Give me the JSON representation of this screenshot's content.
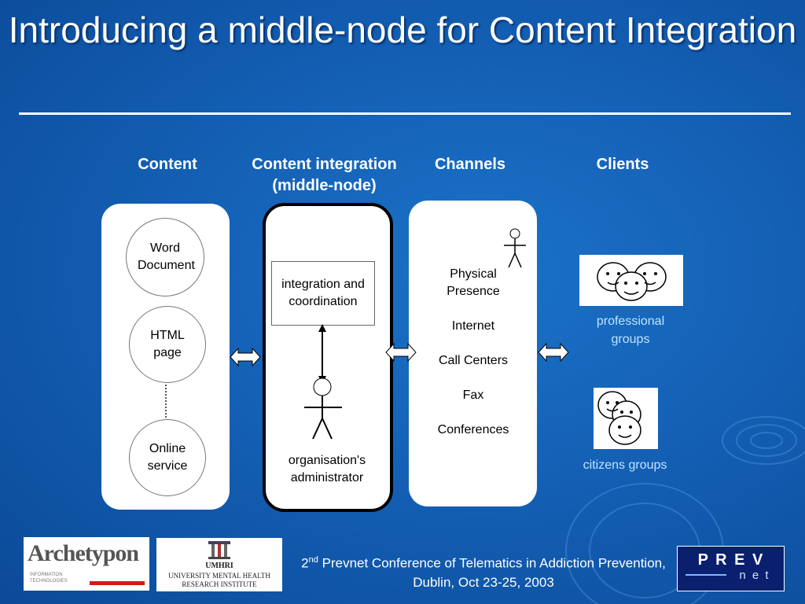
{
  "slide": {
    "title": "Introducing a middle-node for Content Integration",
    "footer_sup": "nd",
    "footer_lead": "2",
    "footer_rest": " Prevnet Conference of Telematics in Addiction Prevention, Dublin, Oct 23-25, 2003"
  },
  "columns": {
    "content": "Content",
    "integration": "Content integration (middle-node)",
    "channels": "Channels",
    "clients": "Clients"
  },
  "content_items": [
    "Word Document",
    "HTML page",
    "Online service"
  ],
  "middle_node": {
    "box": "integration and coordination",
    "actor": "organisation's administrator"
  },
  "channels": [
    "Physical Presence",
    "Internet",
    "Call Centers",
    "Fax",
    "Conferences"
  ],
  "clients": [
    "professional groups",
    "citizens groups"
  ],
  "logos": {
    "archetypon": "Archetypon",
    "archetypon_sub": "INFORMATION TECHNOLOGIES",
    "umhri_short": "UMHRI",
    "umhri_long": "UNIVERSITY MENTAL HEALTH RESEARCH INSTITUTE",
    "prevnet_top": "P R E V",
    "prevnet_bottom": "n e t"
  },
  "colors": {
    "background": "#1460b5",
    "accent_text": "#bfe3ff"
  }
}
